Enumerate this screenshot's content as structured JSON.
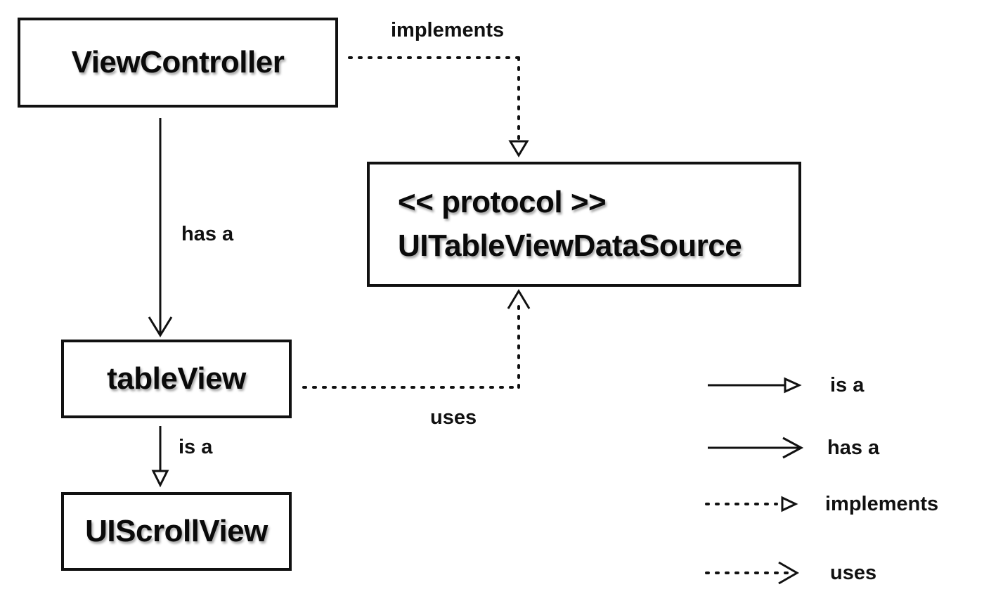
{
  "boxes": {
    "view_controller": "ViewController",
    "protocol_stereotype": "<< protocol >>",
    "protocol_name": "UITableViewDataSource",
    "table_view": "tableView",
    "scroll_view": "UIScrollView"
  },
  "edge_labels": {
    "implements": "implements",
    "has_a": "has a",
    "is_a": "is a",
    "uses": "uses"
  },
  "legend": {
    "is_a": "is a",
    "has_a": "has a",
    "implements": "implements",
    "uses": "uses"
  },
  "colors": {
    "ink": "#111111",
    "background": "#ffffff"
  }
}
